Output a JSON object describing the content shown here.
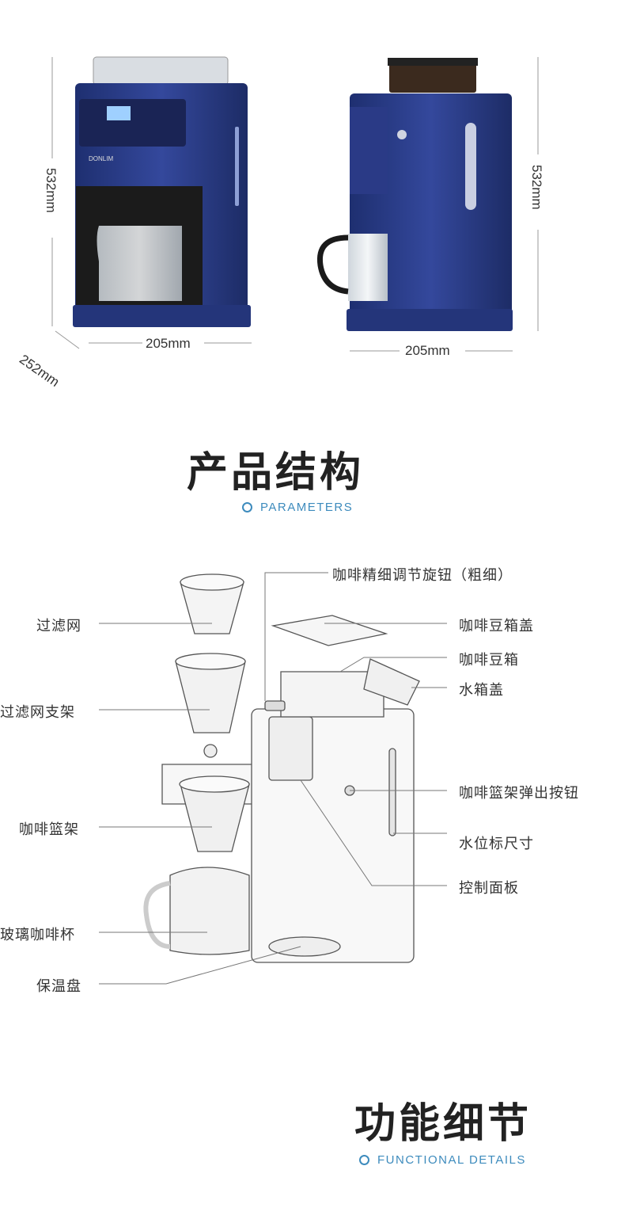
{
  "dimensions": {
    "front_height": "532mm",
    "front_width": "205mm",
    "depth": "252mm",
    "side_width": "205mm",
    "side_height": "532mm"
  },
  "sections": {
    "structure_title": "产品结构",
    "structure_subtitle": "PARAMETERS",
    "details_title": "功能细节",
    "details_subtitle": "FUNCTIONAL DETAILS"
  },
  "parts_left": [
    "过滤网",
    "过滤网支架",
    "咖啡篮架",
    "玻璃咖啡杯",
    "保温盘"
  ],
  "parts_right": [
    "咖啡精细调节旋钮（粗细）",
    "咖啡豆箱盖",
    "咖啡豆箱",
    "水箱盖",
    "咖啡篮架弹出按钮",
    "水位标尺寸",
    "控制面板"
  ],
  "brand": "DONLIM",
  "colors": {
    "body_blue": "#2a3f8f",
    "accent_blue": "#3d8bbd",
    "line_gray": "#888888"
  }
}
